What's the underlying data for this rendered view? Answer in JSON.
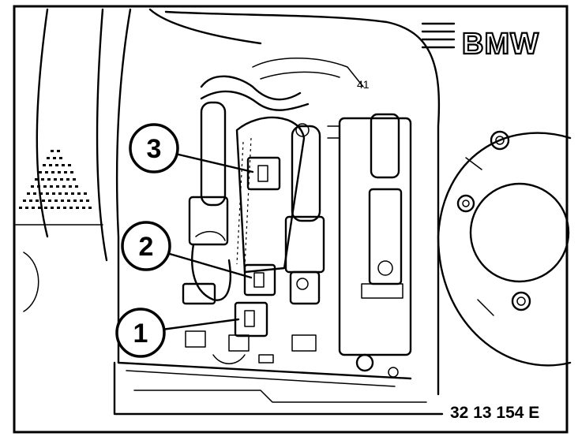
{
  "brand_logo": "BMW",
  "reference_code": "32 13 154 E",
  "callouts": [
    {
      "number": "1"
    },
    {
      "number": "2"
    },
    {
      "number": "3"
    }
  ]
}
